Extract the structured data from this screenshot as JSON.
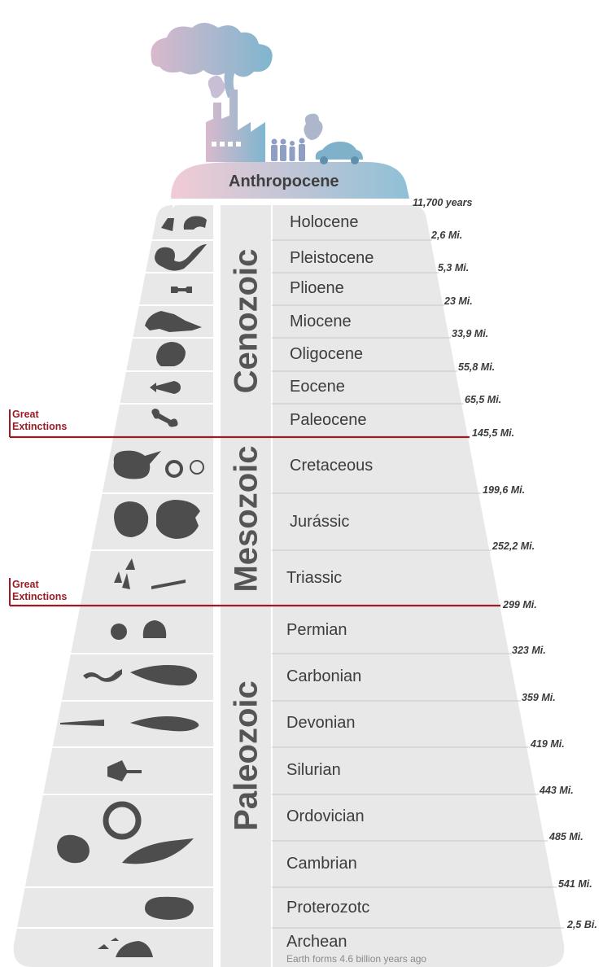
{
  "top": {
    "label": "Anthropocene"
  },
  "eras": [
    "Cenozoic",
    "Mesozoic",
    "Paleozoic"
  ],
  "extinction_label": [
    "Great",
    "Extinctions"
  ],
  "epochs": [
    "Holocene",
    "Pleistocene",
    "Plioene",
    "Miocene",
    "Oligocene",
    "Eocene",
    "Paleocene",
    "Cretaceous",
    "Jurássic",
    "Triassic",
    "Permian",
    "Carbonian",
    "Devonian",
    "Silurian",
    "Ordovician",
    "Cambrian",
    "Proterozotc",
    "Archean"
  ],
  "ages": [
    "11,700 years",
    "2,6 Mi.",
    "5,3 Mi.",
    "23 Mi.",
    "33,9 Mi.",
    "55,8 Mi.",
    "65,5 Mi.",
    "145,5 Mi.",
    "199,6 Mi.",
    "252,2 Mi.",
    "299 Mi.",
    "323 Mi.",
    "359 Mi.",
    "419 Mi.",
    "443 Mi.",
    "485 Mi.",
    "541 Mi.",
    "2,5 Bi."
  ],
  "footnote": "Earth forms 4.6 billion years ago",
  "icons": [
    "smoke-cloud-icon",
    "factory-icon",
    "people-icon",
    "car-icon",
    "skull-fragment-icon",
    "mammoth-skull-icon",
    "bone-icon",
    "crocodile-skull-icon",
    "dinosaur-skull-icon",
    "fish-skeleton-icon",
    "femur-icon",
    "hadrosaur-skull-icon",
    "ammonite-icon",
    "flower-icon",
    "fossil-plant-icon",
    "trex-skull-icon",
    "footprints-icon",
    "belemnite-icon",
    "nautilus-icon",
    "shell-icon",
    "worm-icon",
    "tadpole-icon",
    "orthocone-icon",
    "fish-fossil-icon",
    "scorpion-icon",
    "trilobite-icon",
    "leaf-fossil-icon",
    "stromatolite-icon",
    "rocks-icon"
  ],
  "colors": {
    "panel": "#e8e8e8",
    "divider": "#ffffff",
    "rule": "#cfcfcf",
    "extinction": "#9b1c24",
    "icon": "#4d4d4d",
    "gradient_pink": "#f2cbd6",
    "gradient_blue": "#8fc0d6"
  }
}
